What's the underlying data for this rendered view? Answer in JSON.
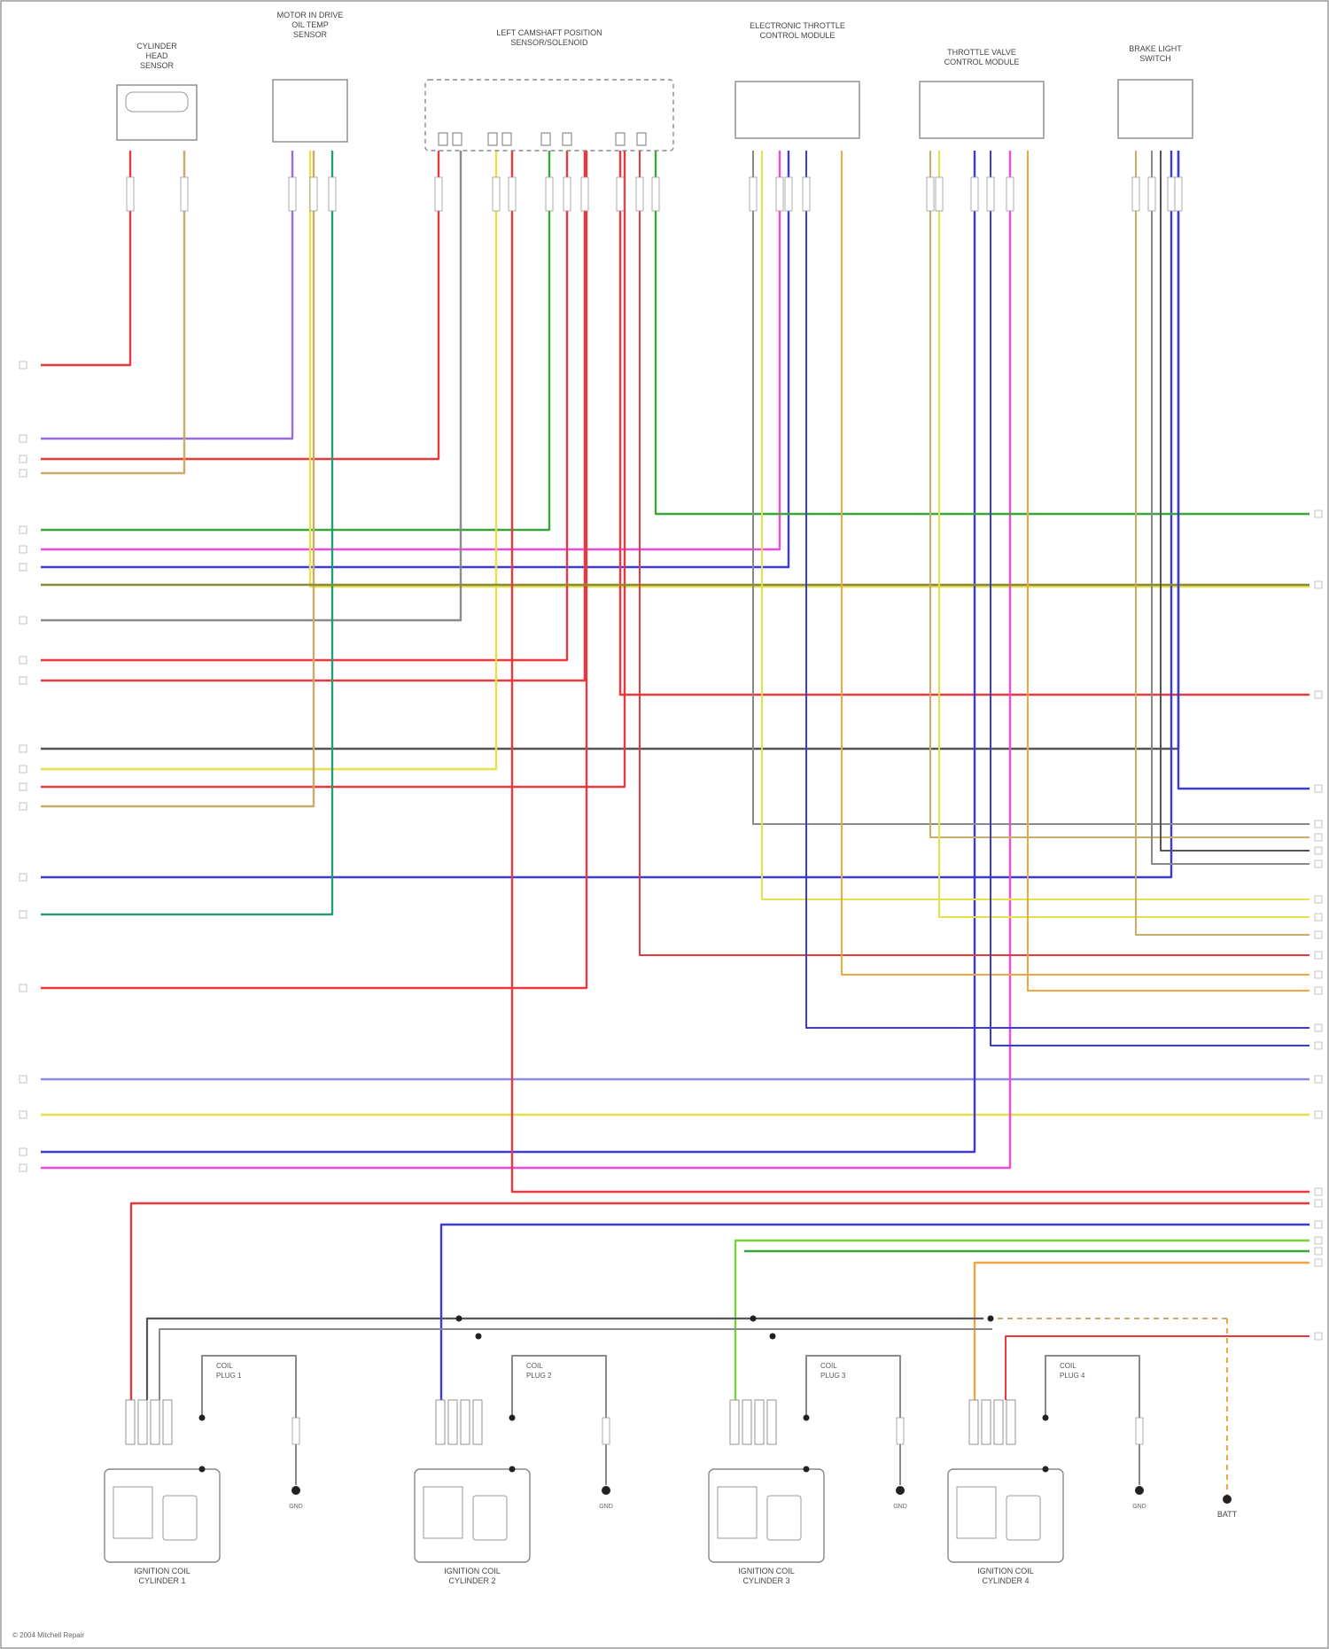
{
  "diagram": {
    "copyright": "© 2004 Mitchell Repair",
    "colors": {
      "red": "#e8393e",
      "pink": "#ee4bd8",
      "blue": "#3a3ae0",
      "lightblue": "#8b8be6",
      "green": "#3aa53a",
      "lightgreen": "#78d23a",
      "teal": "#2a9a78",
      "yellow": "#e6e04a",
      "tan": "#c8ad6a",
      "orange": "#f0a642",
      "gray": "#8a8a8a",
      "dkgray": "#555555",
      "violet": "#9a6ad8",
      "black": "#222222"
    },
    "components": [
      {
        "id": "c1",
        "label": [
          "CYLINDER",
          "HEAD",
          "SENSOR"
        ]
      },
      {
        "id": "c2",
        "label": [
          "MOTOR IN DRIVE",
          "OIL TEMP",
          "SENSOR"
        ]
      },
      {
        "id": "c3",
        "label": [
          "LEFT CAMSHAFT POSITION",
          "SENSOR/SOLENOID"
        ]
      },
      {
        "id": "c4",
        "label": [
          "ELECTRONIC THROTTLE",
          "CONTROL MODULE"
        ]
      },
      {
        "id": "c5",
        "label": [
          "THROTTLE VALVE",
          "CONTROL MODULE"
        ]
      },
      {
        "id": "c6",
        "label": [
          "BRAKE LIGHT",
          "SWITCH"
        ]
      }
    ],
    "coils": [
      {
        "id": "k1",
        "label": [
          "IGNITION COIL",
          "CYLINDER 1"
        ],
        "sub": [
          "COIL",
          "PLUG 1"
        ],
        "gnd": "GND"
      },
      {
        "id": "k2",
        "label": [
          "IGNITION COIL",
          "CYLINDER 2"
        ],
        "sub": [
          "COIL",
          "PLUG 2"
        ],
        "gnd": "GND"
      },
      {
        "id": "k3",
        "label": [
          "IGNITION COIL",
          "CYLINDER 3"
        ],
        "sub": [
          "COIL",
          "PLUG 3"
        ],
        "gnd": "GND"
      },
      {
        "id": "k4",
        "label": [
          "IGNITION COIL",
          "CYLINDER 4"
        ],
        "sub": [
          "COIL",
          "PLUG 4"
        ],
        "gnd": "GND"
      }
    ],
    "bus_label": "BATT"
  }
}
